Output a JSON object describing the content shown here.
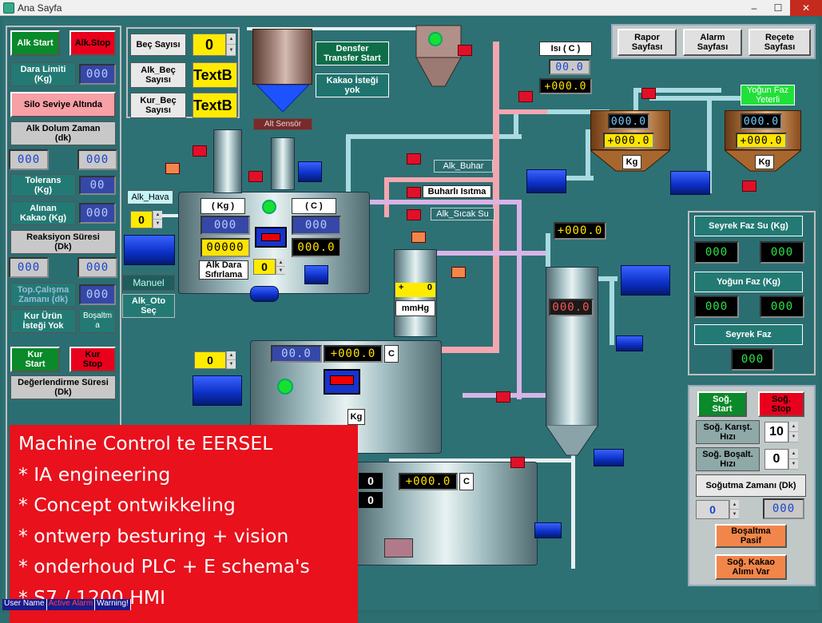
{
  "window": {
    "title": "Ana Sayfa",
    "min": "–",
    "max": "☐",
    "close": "✕"
  },
  "left": {
    "alk_start": "Alk Start",
    "alk_stop": "Alk.Stop",
    "dara_limiti": "Dara Limiti\n(Kg)",
    "dara_val": "000",
    "silo_seviye": "Silo Seviye Altında",
    "alk_dolum": "Alk Dolum Zaman\n(dk)",
    "alk_dolum_a": "000",
    "alk_dolum_b": "000",
    "tolerans": "Tolerans\n(Kg)",
    "tolerans_val": "00",
    "alinan_kakao": "Alınan\nKakao (Kg)",
    "alinan_val": "000",
    "reaksiyon": "Reaksiyon Süresi\n(Dk)",
    "reak_a": "000",
    "reak_b": "000",
    "top_calisma": "Top.Çalışma\nZamanı (dk)",
    "top_val": "000",
    "kur_urun": "Kur Ürün\nİsteği  Yok",
    "bosaltma": "Boşaltm\na",
    "kur_start": "Kur\nStart",
    "kur_stop": "Kur\nStop",
    "degerlendirme": "Değerlendirme Süresi\n(Dk)"
  },
  "mid_top": {
    "bec_sayisi": "Beç Sayısı",
    "bec_val": "0",
    "alk_bec": "Alk_Beç\nSayısı",
    "alk_bec_val": "TextB",
    "kur_bec": "Kur_Beç\nSayısı",
    "kur_bec_val": "TextB",
    "densfer": "Densfer\nTransfer Start",
    "kakao_istegi": "Kakao İsteği\nyok",
    "alt_sensor": "Alt Sensör",
    "alk_hava": "Alk_Hava",
    "alk_hava_val": "0",
    "kg_hdr": "( Kg )",
    "c_hdr": "( C )",
    "kg_val": "000",
    "c_val": "000",
    "kg_input": "00000",
    "c_disp": "000.0",
    "alk_dara": "Alk Dara\nSıfırlama",
    "alk_dara_val": "0",
    "manuel": "Manuel",
    "alk_oto": "Alk_Oto\nSeç",
    "alk_buhar": "Alk_Buhar",
    "buharli": "Buharlı Isıtma",
    "alk_sicak": "Alk_Sıcak Su",
    "mmhg_plus": "+",
    "mmhg_val": "0",
    "mmhg": "mmHg"
  },
  "mid": {
    "tank2_num": "0",
    "tank2_seg": "00.0",
    "tank2_temp": "+000.0",
    "tank2_c": "C",
    "tank2_kg": "Kg",
    "tank3_a": "0",
    "tank3_b": "0",
    "tank3_temp": "+000.0",
    "tank3_c": "C",
    "column_seg": "000.0",
    "vac_temp": "+000.0"
  },
  "top_right": {
    "rapor": "Rapor\nSayfası",
    "alarm": "Alarm\nSayfası",
    "recete": "Reçete\nSayfası",
    "isi_c": "Isı ( C )",
    "isi_val": "00.0",
    "isi_temp": "+000.0",
    "yogun_yeterli": "Yoğun Faz\nYeterli",
    "t1_a": "000.0",
    "t1_b": "+000.0",
    "t1_kg": "Kg",
    "t2_a": "000.0",
    "t2_b": "+000.0",
    "t2_kg": "Kg"
  },
  "right": {
    "seyrek_su": "Seyrek Faz Su (Kg)",
    "ss_a": "000",
    "ss_b": "000",
    "yogun_faz": "Yoğun Faz (Kg)",
    "yf_a": "000",
    "yf_b": "000",
    "seyrek_faz": "Seyrek Faz",
    "sf_val": "000",
    "sog_start": "Soğ.\nStart",
    "sog_stop": "Soğ.\nStop",
    "sog_karist": "Soğ. Karışt.\nHızı",
    "karist_val": "10",
    "sog_bosalt": "Soğ. Boşalt.\nHızı",
    "bosalt_val": "0",
    "sogutma_zamani": "Soğutma Zamanı (Dk)",
    "sz_a": "0",
    "sz_b": "000",
    "bosaltma_pasif": "Boşaltma\nPasif",
    "sog_kakao": "Soğ. Kakao\nAlımı Var"
  },
  "overlay": {
    "l1": "Machine Control te EERSEL",
    "l2": "* IA engineering",
    "l3": "* Concept ontwikkeling",
    "l4": "* ontwerp besturing + vision",
    "l5": "* onderhoud PLC + E schema's",
    "l6": "* S7 / 1200 HMI"
  },
  "status": {
    "user": "User Name",
    "alarm": "Active Alarm",
    "warn": "Warning!"
  }
}
